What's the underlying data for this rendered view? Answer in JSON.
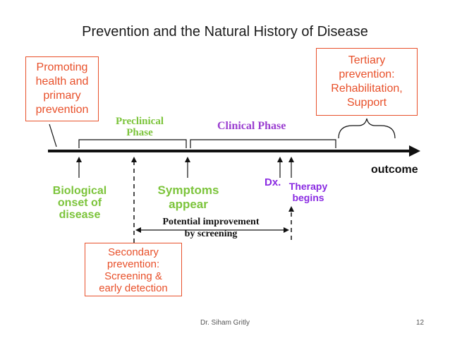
{
  "title": "Prevention and the Natural History of Disease",
  "boxes": {
    "primary": [
      "Promoting",
      "health and",
      "primary",
      "prevention"
    ],
    "tertiary": [
      "Tertiary",
      "prevention:",
      "Rehabilitation,",
      "Support"
    ],
    "secondary": [
      "Secondary",
      "prevention:",
      "Screening &",
      "early detection"
    ]
  },
  "phases": {
    "preclinical": [
      "Preclinical",
      "Phase"
    ],
    "clinical": "Clinical Phase"
  },
  "timeline": {
    "outcome": "outcome",
    "onset": [
      "Biological",
      "onset of",
      "disease"
    ],
    "symptoms": [
      "Symptoms",
      "appear"
    ],
    "dx": "Dx.",
    "therapy": [
      "Therapy",
      "begins"
    ],
    "screening": [
      "Potential improvement",
      "by screening"
    ]
  },
  "footer": {
    "author": "Dr. Siham Gritly",
    "page": "12"
  },
  "colors": {
    "red": "#e8502a",
    "green": "#7cc43b",
    "purple": "#8a2be2",
    "black": "#111111"
  }
}
